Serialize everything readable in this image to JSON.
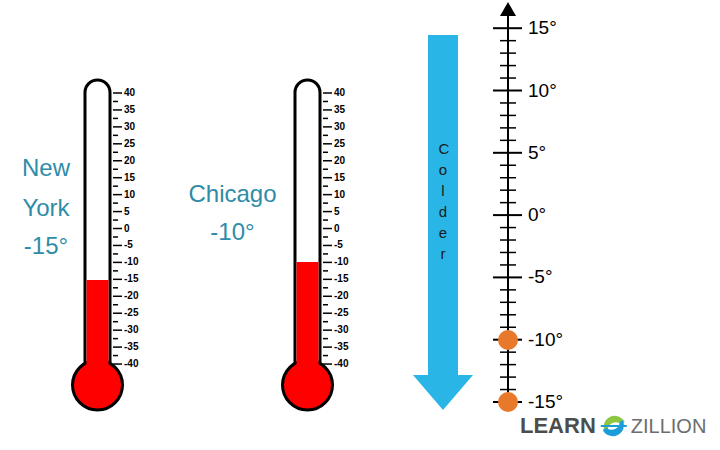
{
  "diagram": {
    "nodes": [
      {
        "text": [
          "Colder"
        ]
      }
    ],
    "labels": [
      "New York",
      "-15°",
      "Chicago",
      "-10°",
      "40",
      "35",
      "30",
      "25",
      "20",
      "15",
      "10",
      "5",
      "0",
      "-5",
      "-10",
      "-15",
      "-20",
      "-25",
      "-30",
      "-35",
      "-40",
      "40",
      "35",
      "30",
      "25",
      "20",
      "15",
      "10",
      "5",
      "0",
      "-5",
      "-10",
      "-15",
      "-20",
      "-25",
      "-30",
      "-35",
      "-40",
      "15°",
      "10°",
      "5°",
      "0°",
      "-5°",
      "-10°",
      "-15°",
      "LEARN",
      "ZILLION"
    ]
  }
}
